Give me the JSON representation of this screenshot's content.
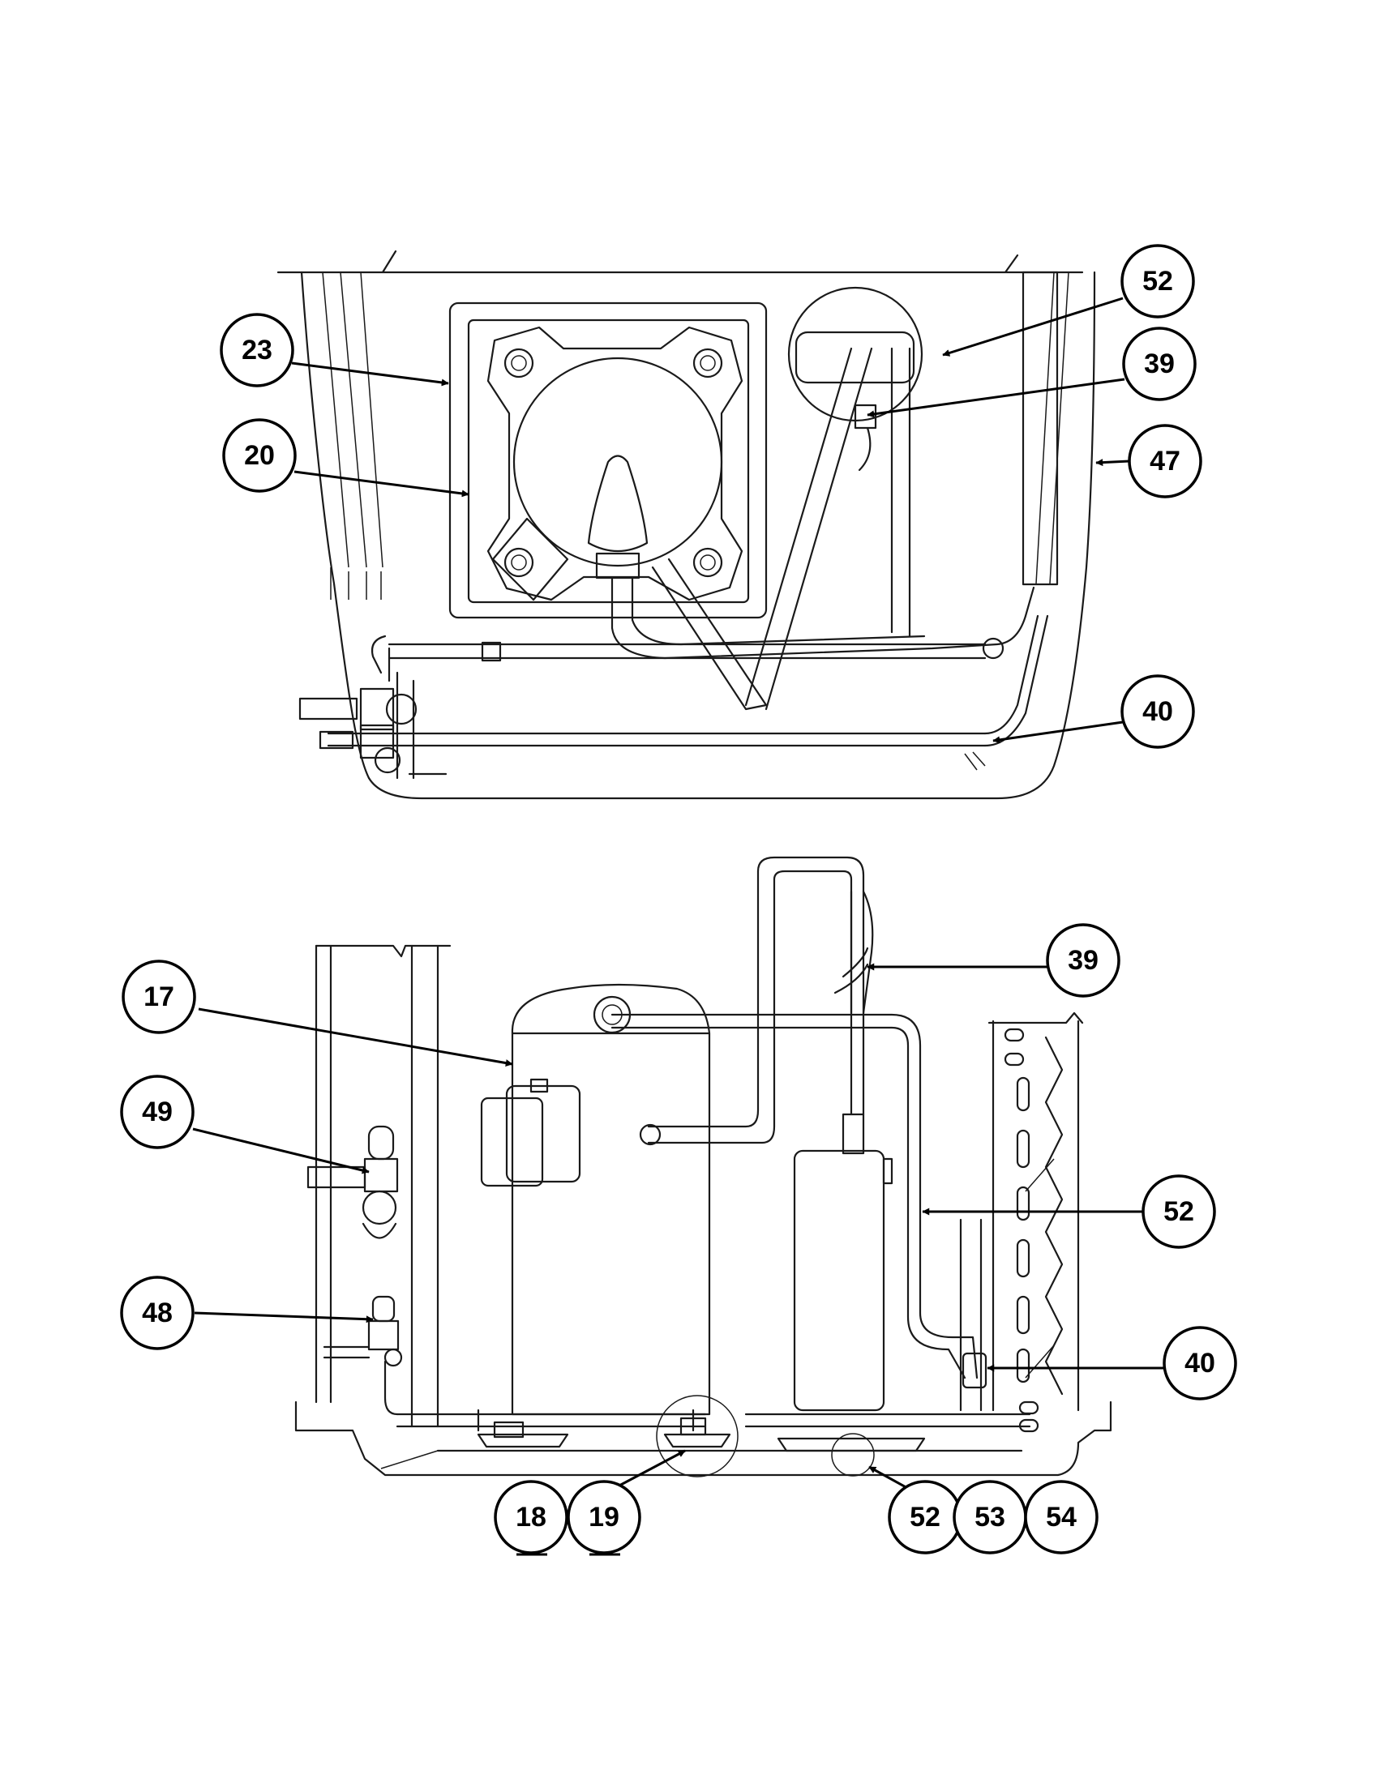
{
  "top_view": {
    "callouts": [
      {
        "label": "52"
      },
      {
        "label": "23"
      },
      {
        "label": "39"
      },
      {
        "label": "20"
      },
      {
        "label": "47"
      },
      {
        "label": "40"
      }
    ]
  },
  "side_view": {
    "callouts": [
      {
        "label": "39"
      },
      {
        "label": "17"
      },
      {
        "label": "49"
      },
      {
        "label": "52"
      },
      {
        "label": "48"
      },
      {
        "label": "40"
      },
      {
        "label": "18"
      },
      {
        "label": "19"
      },
      {
        "label": "52"
      },
      {
        "label": "53"
      },
      {
        "label": "54"
      }
    ]
  }
}
